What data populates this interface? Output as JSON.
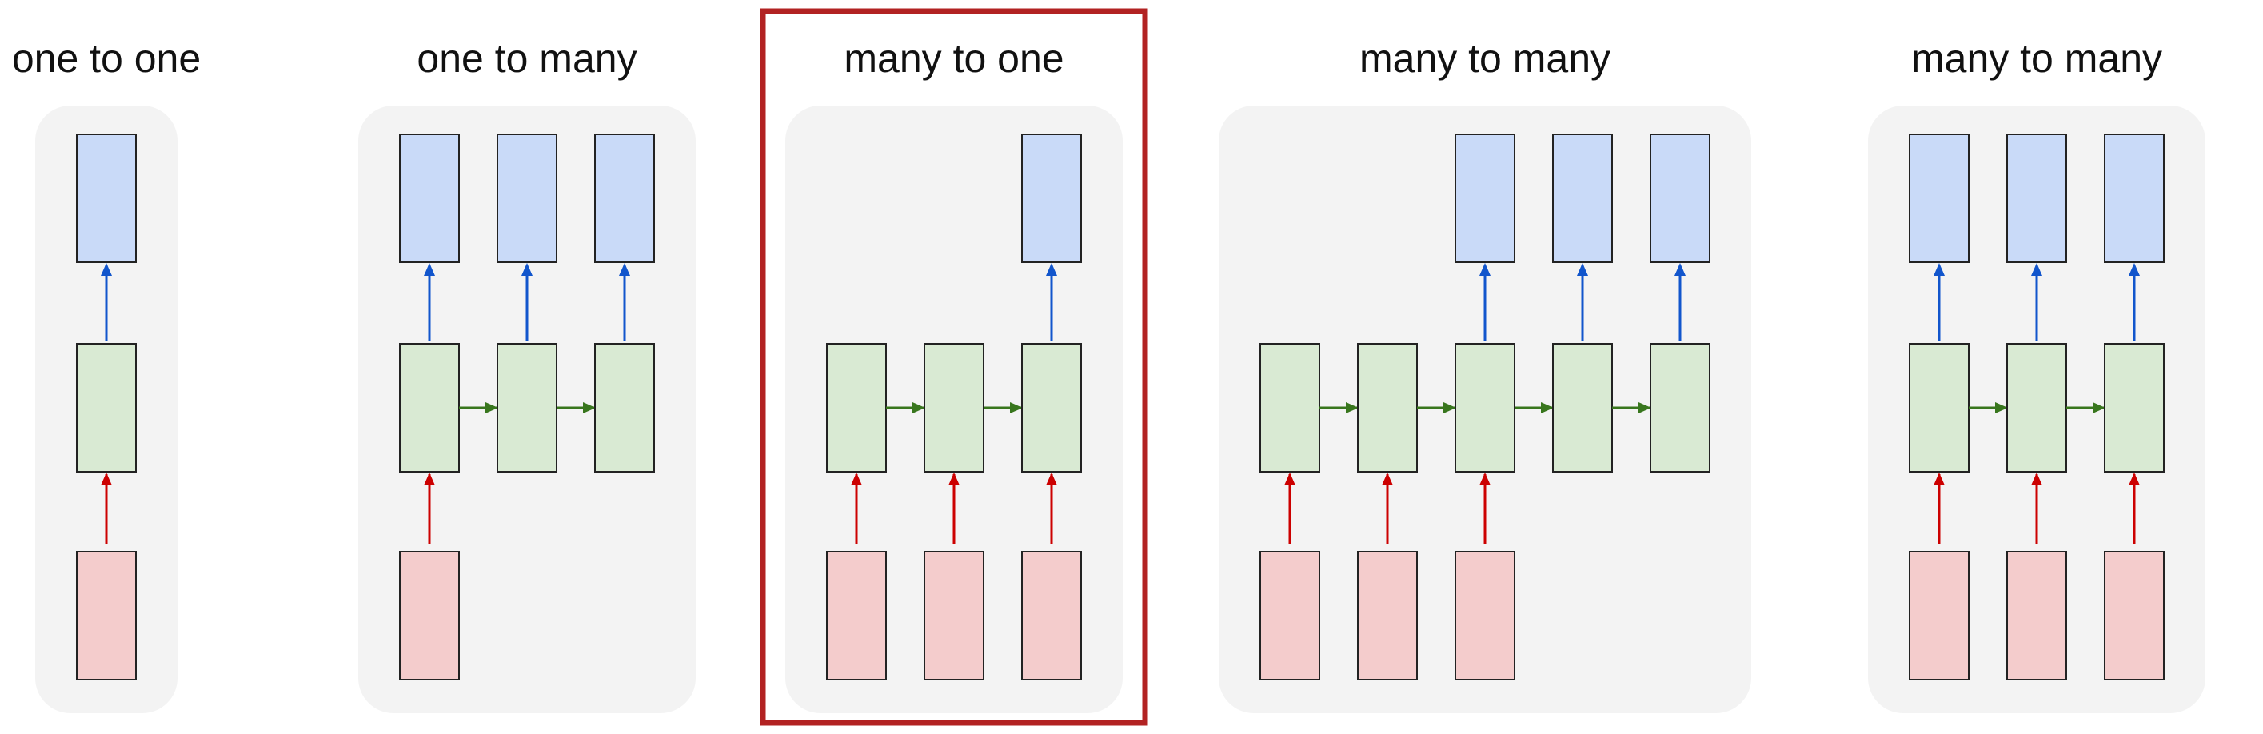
{
  "colors": {
    "panel_bg": "#f3f3f3",
    "input_fill": "#f4cccc",
    "hidden_fill": "#d9ead3",
    "output_fill": "#c9daf8",
    "input_arrow": "#cc0000",
    "hidden_arrow": "#38761d",
    "output_arrow": "#1155cc",
    "box_stroke": "#222222",
    "highlight_border": "#b22222",
    "title_text": "#111111"
  },
  "panels": [
    {
      "title": "one to one",
      "highlighted": false,
      "num_steps": 1,
      "inputs_at": [
        0
      ],
      "outputs_at": [
        0
      ]
    },
    {
      "title": "one to many",
      "highlighted": false,
      "num_steps": 3,
      "inputs_at": [
        0
      ],
      "outputs_at": [
        0,
        1,
        2
      ]
    },
    {
      "title": "many to one",
      "highlighted": true,
      "num_steps": 3,
      "inputs_at": [
        0,
        1,
        2
      ],
      "outputs_at": [
        2
      ]
    },
    {
      "title": "many to many",
      "highlighted": false,
      "num_steps": 5,
      "inputs_at": [
        0,
        1,
        2
      ],
      "outputs_at": [
        2,
        3,
        4
      ]
    },
    {
      "title": "many to many",
      "highlighted": false,
      "num_steps": 3,
      "inputs_at": [
        0,
        1,
        2
      ],
      "outputs_at": [
        0,
        1,
        2
      ]
    }
  ]
}
